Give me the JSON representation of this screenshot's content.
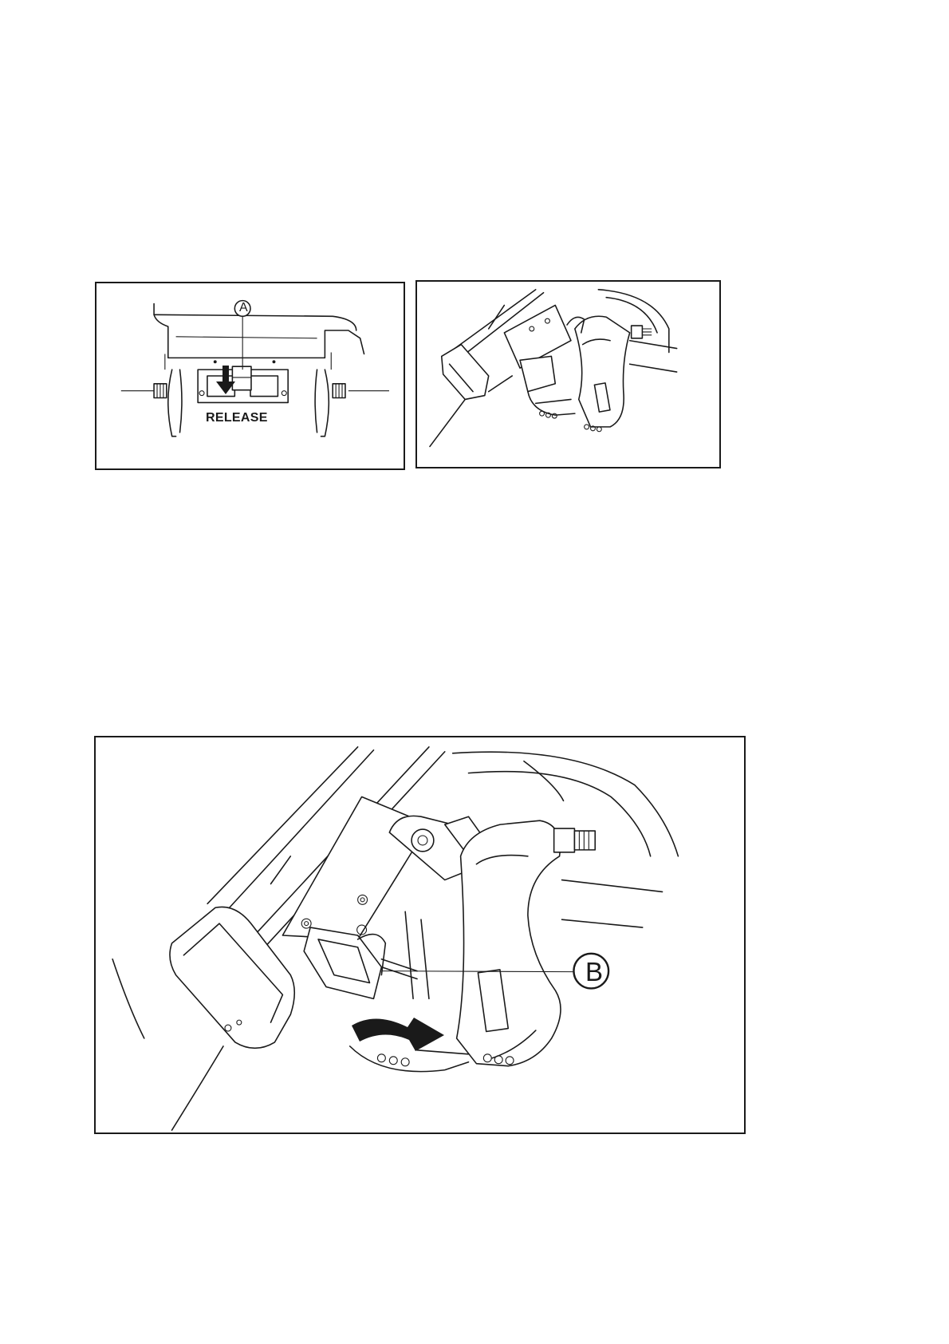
{
  "figures": [
    {
      "id": "fig1",
      "callouts": [
        {
          "letter": "A"
        }
      ],
      "texts": {
        "release": "RELEASE"
      }
    },
    {
      "id": "fig2"
    },
    {
      "id": "fig3",
      "callouts": [
        {
          "letter": "B"
        }
      ]
    }
  ],
  "icons": [
    "down-arrow-icon",
    "curved-arrow-icon"
  ]
}
